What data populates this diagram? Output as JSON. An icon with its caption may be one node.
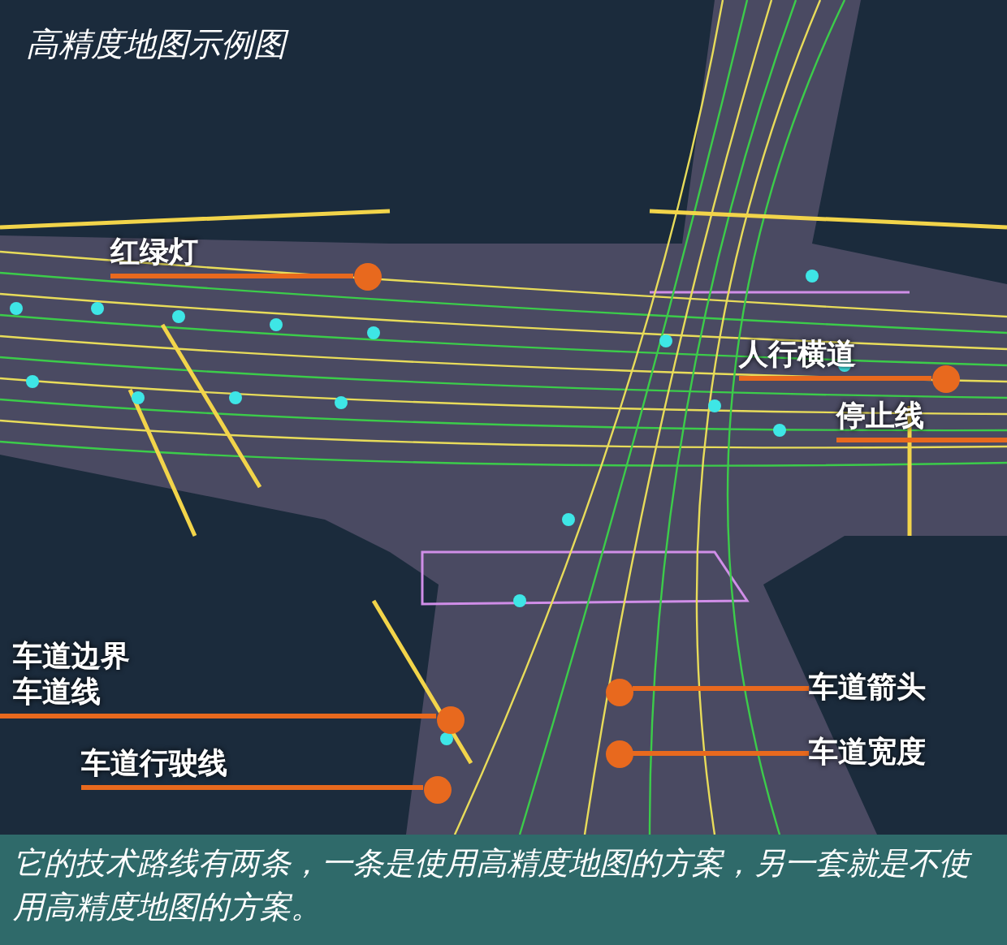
{
  "diagram": {
    "title": "高精度地图示例图",
    "caption": "它的技术路线有两条，一条是使用高精度地图的方案，另一套就是不使用高精度地图的方案。",
    "nodes": [
      {
        "text": [
          "红绿灯"
        ]
      },
      {
        "text": [],
        "shape": "circle"
      },
      {
        "text": [
          "人行横道"
        ]
      },
      {
        "text": [],
        "shape": "circle"
      },
      {
        "text": [
          "停止线"
        ]
      },
      {
        "text": [
          "车道边界",
          "车道线"
        ]
      },
      {
        "text": [],
        "shape": "circle"
      },
      {
        "text": [
          "车道箭头"
        ]
      },
      {
        "text": [],
        "shape": "circle"
      },
      {
        "text": [
          "车道行驶线"
        ]
      },
      {
        "text": [],
        "shape": "circle"
      },
      {
        "text": [
          "车道宽度"
        ]
      },
      {
        "text": [],
        "shape": "circle"
      }
    ],
    "edges": [
      {
        "from": 0,
        "to": 1,
        "arrow": "none"
      },
      {
        "from": 2,
        "to": 3,
        "arrow": "none"
      },
      {
        "from": 4,
        "to": null,
        "arrow": "none"
      },
      {
        "from": 5,
        "to": 6,
        "arrow": "none"
      },
      {
        "from": 7,
        "to": 8,
        "arrow": "none"
      },
      {
        "from": 9,
        "to": 10,
        "arrow": "none"
      },
      {
        "from": 11,
        "to": 12,
        "arrow": "none"
      }
    ]
  }
}
